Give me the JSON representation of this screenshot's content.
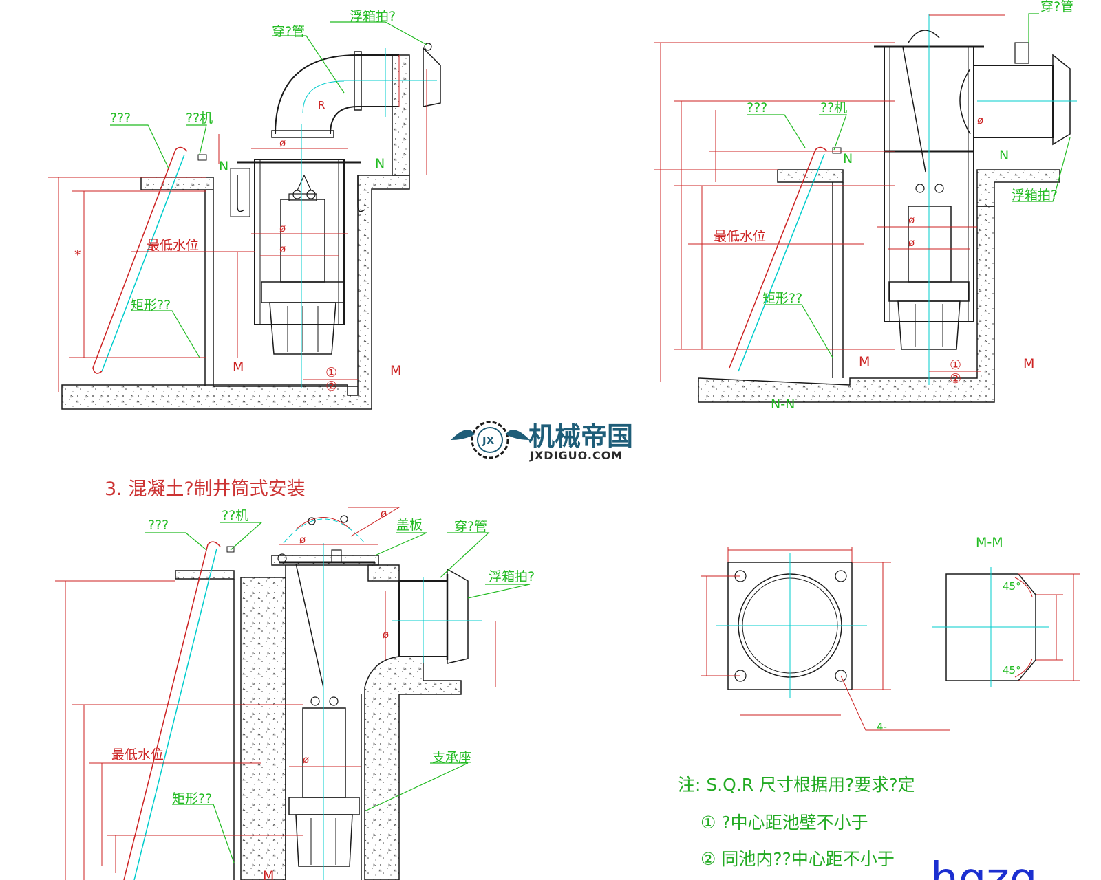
{
  "diagram": {
    "labels": {
      "floating_ball_valve": "浮箱拍?",
      "wall_pipe": "穿?管",
      "hoist": "??机",
      "ladder": "???",
      "min_water_level": "最低水位",
      "rect_pipe": "矩形??",
      "cover_plate": "盖板",
      "support_seat": "支承座",
      "n_mark": "N",
      "m_mark": "M",
      "section_nn": "N-N",
      "section_mm": "M-M",
      "bolt_note": "4-",
      "dia_symbol": "ø",
      "star_mark": "*",
      "r_mark": "R",
      "angle_45": "45°",
      "circle_1": "①",
      "circle_2": "②"
    },
    "section3_title": "3. 混凝土?制井筒式安装",
    "notes": {
      "line1": "注: S.Q.R 尺寸根据用?要求?定",
      "line2": "① ?中心距池壁不小于",
      "line3": "② 同池内??中心距不小于"
    },
    "corner_text": "hqzq",
    "logo": {
      "cn": "机械帝国",
      "en": "JXDIGUO.COM",
      "badge": "JX"
    },
    "colors": {
      "red": "#cc2222",
      "green": "#22bb22",
      "cyan": "#00cccc",
      "black": "#1a1a1a",
      "blue": "#1b2fd0"
    }
  }
}
